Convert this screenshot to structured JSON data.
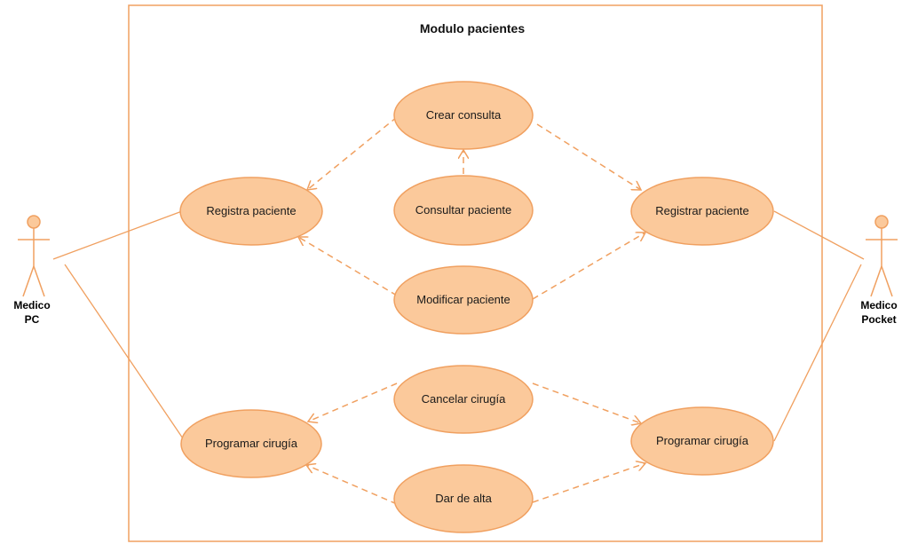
{
  "colors": {
    "stroke": "#f0a060",
    "ellipse_fill": "#fbc99b",
    "background": "#ffffff",
    "text": "#1a1a1a"
  },
  "system": {
    "title": "Modulo pacientes"
  },
  "actors": {
    "left": {
      "line1": "Medico",
      "line2": "PC"
    },
    "right": {
      "line1": "Medico",
      "line2": "Pocket"
    }
  },
  "use_cases": {
    "registra_paciente": "Registra paciente",
    "crear_consulta": "Crear consulta",
    "consultar_paciente": "Consultar paciente",
    "modificar_paciente": "Modificar paciente",
    "registrar_paciente": "Registrar paciente",
    "cancelar_cirugia": "Cancelar cirugía",
    "programar_cirugia_left": "Programar cirugía",
    "dar_de_alta": "Dar de alta",
    "programar_cirugia_right": "Programar cirugía"
  }
}
